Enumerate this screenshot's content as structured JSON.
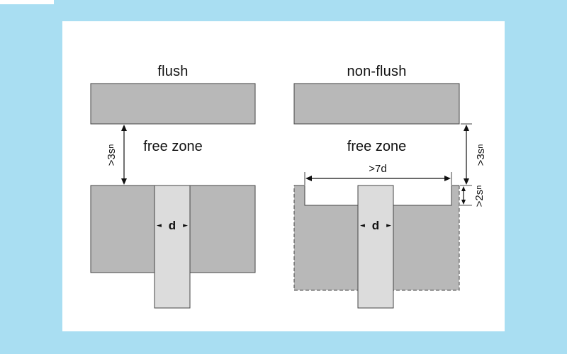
{
  "colors": {
    "frame": "#a9def2",
    "panel": "#ffffff",
    "block-fill": "#b8b8b8",
    "sensor-fill": "#dcdcdc",
    "line": "#454545",
    "arrow": "#111111",
    "text": "#111111"
  },
  "left_diagram": {
    "title": "flush",
    "free_zone_label": "free zone",
    "gap_dimension": {
      "base": ">3s",
      "sub": "n"
    },
    "diameter_label": "d"
  },
  "right_diagram": {
    "title": "non-flush",
    "free_zone_label": "free zone",
    "gap_dimension": {
      "base": ">3s",
      "sub": "n"
    },
    "recess_width_label": ">7d",
    "recess_depth_dimension": {
      "base": ">2s",
      "sub": "n"
    },
    "diameter_label": "d"
  },
  "icons": {
    "dim_arrow_left": "◄",
    "dim_arrow_right": "►"
  }
}
